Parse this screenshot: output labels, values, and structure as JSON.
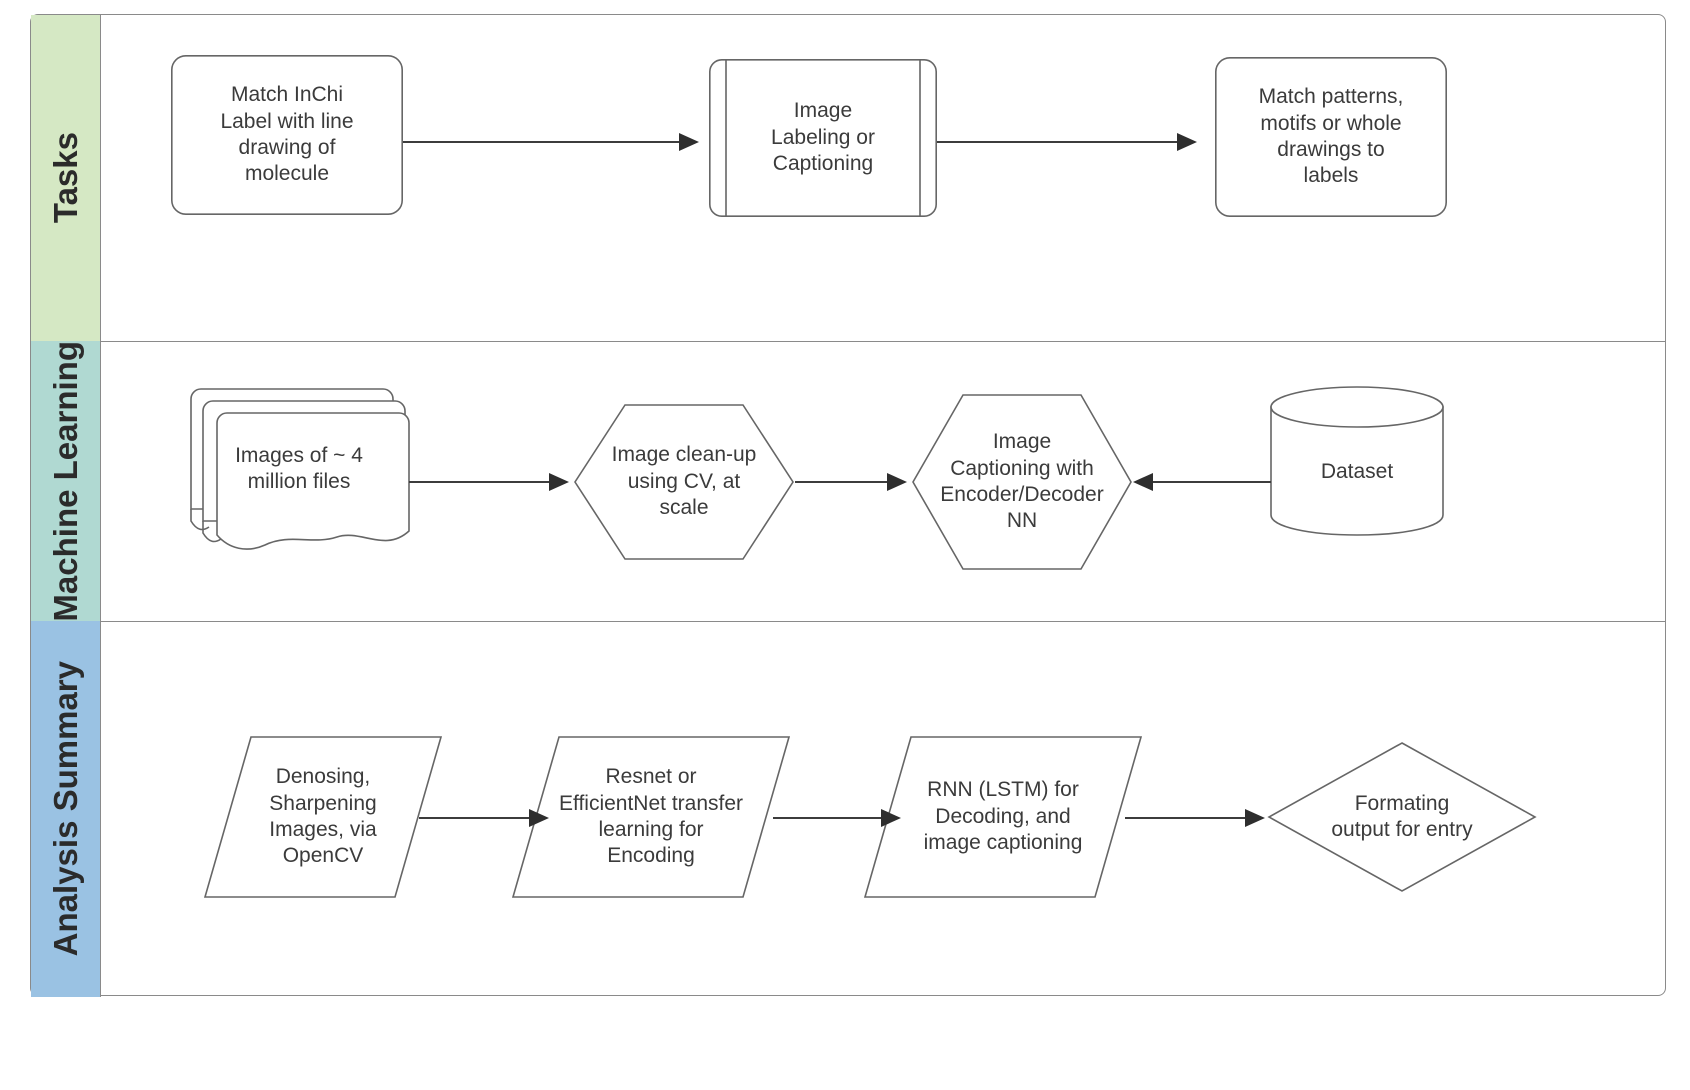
{
  "diagram": {
    "title": "Image captioning pipeline swimlane diagram",
    "colors": {
      "lane_tasks": "#d5e8c4",
      "lane_ml": "#b0d9d2",
      "lane_analysis": "#9ac2e3",
      "node_stroke": "#666666",
      "connector": "#2e2e2e",
      "pool_border": "#8a8a8a",
      "text": "#3b3b3b"
    }
  },
  "lanes": [
    {
      "id": "tasks",
      "label": "Tasks",
      "nodes": [
        {
          "id": "match-inchi",
          "shape": "rounded-rect",
          "text": "Match InChi\nLabel with line\ndrawing of\nmolecule"
        },
        {
          "id": "image-labeling",
          "shape": "predefined-process",
          "text": "Image\nLabeling or\nCaptioning"
        },
        {
          "id": "match-patterns",
          "shape": "rounded-rect",
          "text": "Match patterns,\nmotifs or whole\ndrawings to\nlabels"
        }
      ],
      "connectors": [
        {
          "id": "tasks-conn-1",
          "from": "match-inchi",
          "to": "image-labeling",
          "direction": "right"
        },
        {
          "id": "tasks-conn-2",
          "from": "image-labeling",
          "to": "match-patterns",
          "direction": "right"
        }
      ]
    },
    {
      "id": "machine-learning",
      "label": "Machine Learning",
      "nodes": [
        {
          "id": "images-files",
          "shape": "multi-document",
          "text": "Images of ~ 4\nmillion files"
        },
        {
          "id": "image-cleanup",
          "shape": "hexagon",
          "text": "Image clean-up\nusing CV, at\nscale"
        },
        {
          "id": "image-captioning-nn",
          "shape": "hexagon",
          "text": "Image\nCaptioning with\nEncoder/Decoder\nNN"
        },
        {
          "id": "dataset",
          "shape": "cylinder",
          "text": "Dataset"
        }
      ],
      "connectors": [
        {
          "id": "ml-conn-1",
          "from": "images-files",
          "to": "image-cleanup",
          "direction": "right"
        },
        {
          "id": "ml-conn-2",
          "from": "image-cleanup",
          "to": "image-captioning-nn",
          "direction": "right"
        },
        {
          "id": "ml-conn-3",
          "from": "dataset",
          "to": "image-captioning-nn",
          "direction": "left"
        }
      ]
    },
    {
      "id": "analysis-summary",
      "label": "Analysis Summary",
      "nodes": [
        {
          "id": "denoising",
          "shape": "parallelogram",
          "text": "Denosing,\nSharpening\nImages, via\nOpenCV"
        },
        {
          "id": "resnet-efficientnet",
          "shape": "parallelogram",
          "text": "Resnet or\nEfficientNet  transfer\nlearning for\nEncoding"
        },
        {
          "id": "rnn-lstm",
          "shape": "parallelogram",
          "text": "RNN  (LSTM) for\nDecoding, and\nimage captioning"
        },
        {
          "id": "formatting-output",
          "shape": "diamond",
          "text": "Formating\noutput for entry"
        }
      ],
      "connectors": [
        {
          "id": "as-conn-1",
          "from": "denoising",
          "to": "resnet-efficientnet",
          "direction": "right"
        },
        {
          "id": "as-conn-2",
          "from": "resnet-efficientnet",
          "to": "rnn-lstm",
          "direction": "right"
        },
        {
          "id": "as-conn-3",
          "from": "rnn-lstm",
          "to": "formatting-output",
          "direction": "right"
        }
      ]
    }
  ]
}
